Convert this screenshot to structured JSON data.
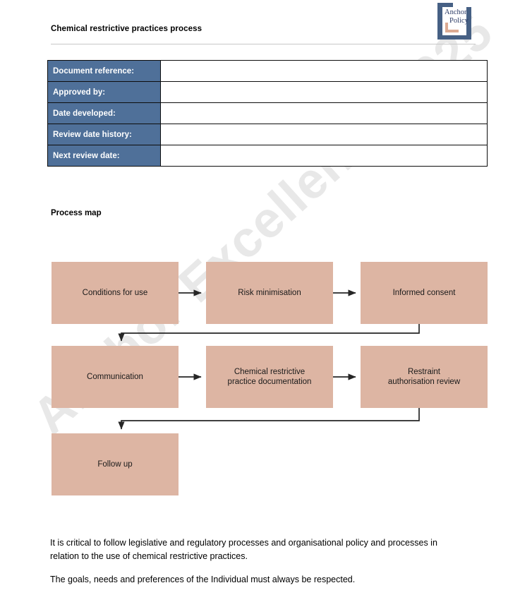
{
  "header": {
    "doc_title": "Chemical restrictive practices process",
    "logo": {
      "word_1": "Anchor",
      "word_2": "Policy",
      "frame_color": "#466084",
      "accent_color": "#dcaa92",
      "text_color": "#2b3b66"
    },
    "rule_color": "#c8c8c8"
  },
  "watermark": {
    "text": "Anchor Excellence 2025"
  },
  "info_table": {
    "label_bg": "#4f7099",
    "rows": [
      {
        "label": "Document reference:",
        "value": ""
      },
      {
        "label": "Approved by:",
        "value": ""
      },
      {
        "label": "Date developed:",
        "value": ""
      },
      {
        "label": "Review date history:",
        "value": ""
      },
      {
        "label": "Next review date:",
        "value": ""
      }
    ]
  },
  "process_map": {
    "heading": "Process map",
    "node_fill": "#ddb5a3",
    "connector_color": "#262626",
    "nodes": [
      {
        "id": "conditions-for-use",
        "label": "Conditions for use",
        "row": 1,
        "col": 1
      },
      {
        "id": "risk-minimisation",
        "label": "Risk minimisation",
        "row": 1,
        "col": 2
      },
      {
        "id": "informed-consent",
        "label": "Informed consent",
        "row": 1,
        "col": 3
      },
      {
        "id": "communication",
        "label": "Communication",
        "row": 2,
        "col": 1
      },
      {
        "id": "chemical-restrictive-practice-documentation",
        "label": "Chemical restrictive\npractice documentation",
        "row": 2,
        "col": 2
      },
      {
        "id": "restraint-authorisation-review",
        "label": "Restraint\nauthorisation review",
        "row": 2,
        "col": 3
      },
      {
        "id": "follow-up",
        "label": "Follow up",
        "row": 3,
        "col": 1
      }
    ],
    "node_labels": {
      "conditions_for_use": "Conditions for use",
      "risk_minimisation": "Risk minimisation",
      "informed_consent": "Informed consent",
      "communication": "Communication",
      "documentation_line_1": "Chemical restrictive",
      "documentation_line_2": "practice documentation",
      "restraint_line_1": "Restraint",
      "restraint_line_2": "authorisation review",
      "follow_up": "Follow up"
    },
    "edges": [
      {
        "from": "conditions-for-use",
        "to": "risk-minimisation",
        "type": "straight"
      },
      {
        "from": "risk-minimisation",
        "to": "informed-consent",
        "type": "straight"
      },
      {
        "from": "informed-consent",
        "to": "communication",
        "type": "elbow"
      },
      {
        "from": "communication",
        "to": "chemical-restrictive-practice-documentation",
        "type": "straight"
      },
      {
        "from": "chemical-restrictive-practice-documentation",
        "to": "restraint-authorisation-review",
        "type": "straight"
      },
      {
        "from": "restraint-authorisation-review",
        "to": "follow-up",
        "type": "elbow"
      }
    ]
  },
  "notes": {
    "paragraph_1": "It is critical to follow legislative and regulatory processes and organisational policy and processes in relation to the use of chemical restrictive practices.",
    "paragraph_2": "The goals, needs and preferences of the Individual must always be respected."
  }
}
